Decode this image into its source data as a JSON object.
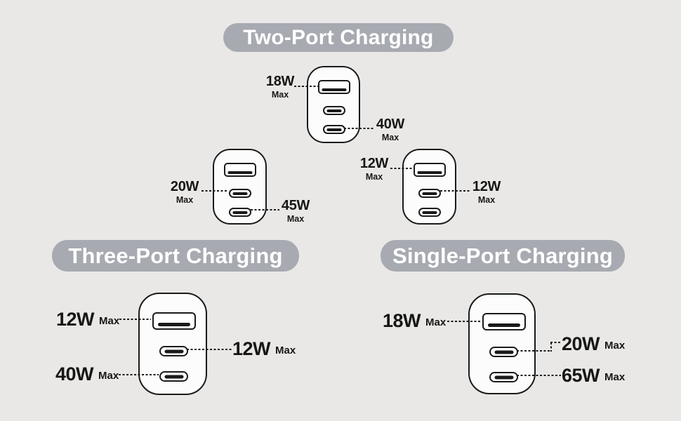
{
  "colors": {
    "page_bg": "#e9e8e6",
    "badge_bg": "#a7aab0",
    "badge_text": "#ffffff",
    "outline": "#1a1a1a",
    "charger_fill": "#fcfcfc",
    "label_text": "#161616"
  },
  "sections": {
    "two_port": {
      "badge": "Two-Port Charging",
      "chargers": {
        "main": {
          "usb_a": {
            "watts": "18W",
            "qualifier": "Max"
          },
          "usb_c_bottom": {
            "watts": "40W",
            "qualifier": "Max"
          }
        },
        "left": {
          "usb_c_middle": {
            "watts": "20W",
            "qualifier": "Max"
          },
          "usb_c_bottom": {
            "watts": "45W",
            "qualifier": "Max"
          }
        },
        "right": {
          "usb_a": {
            "watts": "12W",
            "qualifier": "Max"
          },
          "usb_c_middle": {
            "watts": "12W",
            "qualifier": "Max"
          }
        }
      }
    },
    "three_port": {
      "badge": "Three-Port Charging",
      "charger": {
        "usb_a": {
          "watts": "12W",
          "qualifier": "Max"
        },
        "usb_c_middle": {
          "watts": "12W",
          "qualifier": "Max"
        },
        "usb_c_bottom": {
          "watts": "40W",
          "qualifier": "Max"
        }
      }
    },
    "single_port": {
      "badge": "Single-Port Charging",
      "charger": {
        "usb_a": {
          "watts": "18W",
          "qualifier": "Max"
        },
        "usb_c_middle": {
          "watts": "20W",
          "qualifier": "Max"
        },
        "usb_c_bottom": {
          "watts": "65W",
          "qualifier": "Max"
        }
      }
    }
  }
}
